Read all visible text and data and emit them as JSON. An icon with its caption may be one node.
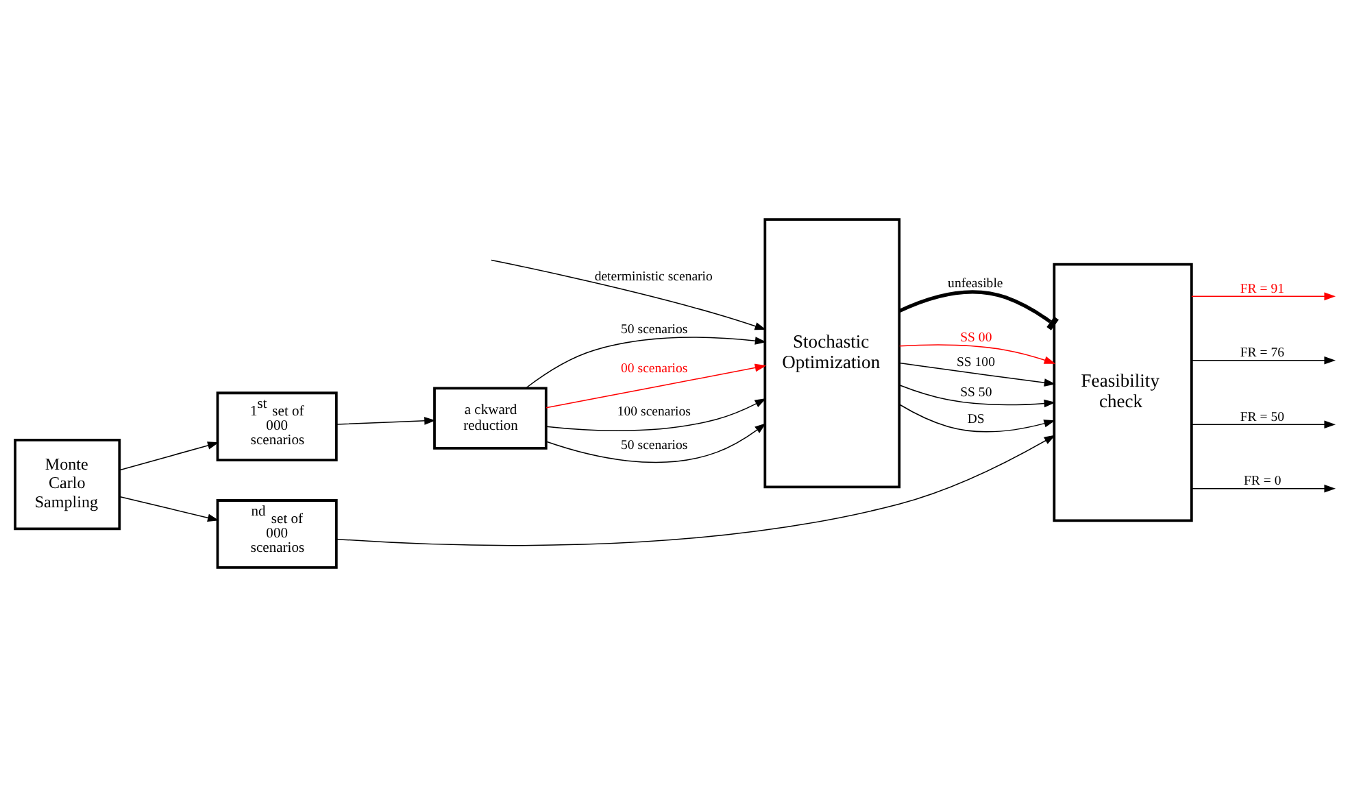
{
  "diagram": {
    "nodes": [
      {
        "text": [
          "Monte Carlo Sampling"
        ]
      },
      {
        "text": [
          "1$^{st}$ set of 000 scenarios"
        ]
      },
      {
        "text": [
          "$^{nd}$ set of 000 scenarios"
        ]
      },
      {
        "text": [
          "a ckward reduction"
        ]
      },
      {
        "text": [
          "Stochastic Optimization"
        ]
      },
      {
        "text": [
          "Feasibility check"
        ]
      }
    ],
    "edges": [
      {
        "from": 0,
        "to": 1,
        "arrow": "to"
      },
      {
        "from": 0,
        "to": 2,
        "arrow": "to"
      },
      {
        "from": 1,
        "to": 3,
        "arrow": "to"
      },
      {
        "from": 3,
        "to": 4,
        "arrow": "to",
        "label": "50 scenarios"
      },
      {
        "from": 3,
        "to": 4,
        "arrow": "to",
        "label": "00 scenarios",
        "color": "#ff0000"
      },
      {
        "from": 3,
        "to": 4,
        "arrow": "to",
        "label": "100 scenarios"
      },
      {
        "from": 3,
        "to": 4,
        "arrow": "to",
        "label": "50 scenarios"
      },
      {
        "from": null,
        "to": 4,
        "arrow": "to",
        "label": "deterministic scenario"
      },
      {
        "from": 2,
        "to": 5,
        "arrow": "to"
      },
      {
        "from": 4,
        "to": 5,
        "arrow": "other",
        "label": "unfeasible",
        "style": "thick"
      },
      {
        "from": 4,
        "to": 5,
        "arrow": "to",
        "label": "SS 00",
        "color": "#ff0000"
      },
      {
        "from": 4,
        "to": 5,
        "arrow": "to",
        "label": "SS 100"
      },
      {
        "from": 4,
        "to": 5,
        "arrow": "to",
        "label": "SS 50"
      },
      {
        "from": 4,
        "to": 5,
        "arrow": "to",
        "label": "DS"
      },
      {
        "from": 5,
        "to": null,
        "arrow": "to",
        "label": "FR = 91",
        "color": "#ff0000"
      },
      {
        "from": 5,
        "to": null,
        "arrow": "to",
        "label": "FR = 76"
      },
      {
        "from": 5,
        "to": null,
        "arrow": "to",
        "label": "FR = 50"
      },
      {
        "from": 5,
        "to": null,
        "arrow": "to",
        "label": "FR = 0"
      }
    ]
  }
}
